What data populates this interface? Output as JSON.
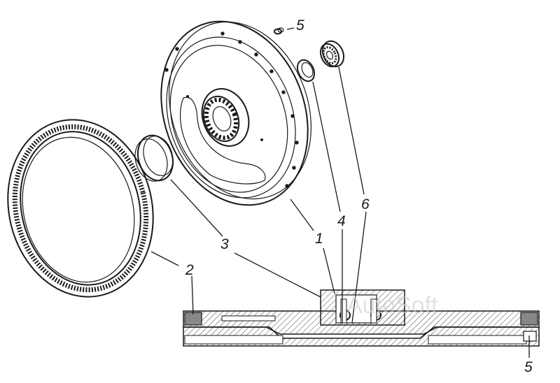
{
  "callouts": {
    "label_1": "1",
    "label_2": "2",
    "label_3": "3",
    "label_4": "4",
    "label_5_top": "5",
    "label_5_bottom": "5",
    "label_6": "6"
  },
  "watermark": "AutoSoft",
  "colors": {
    "ink": "#1a1a1a",
    "hatch": "#555555",
    "paper": "#ffffff"
  }
}
